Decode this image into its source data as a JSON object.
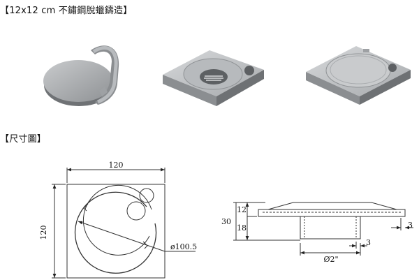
{
  "section_product": {
    "title": "【12x12 cm 不鏽鋼脫蠟鑄造】"
  },
  "section_dimensions": {
    "title": "【尺寸圖】"
  },
  "top_view": {
    "width_label": "120",
    "height_label": "120",
    "diameter_label": "ø100.5"
  },
  "side_view": {
    "total_height_label": "30",
    "top_part_label": "12",
    "bottom_part_label": "18",
    "pipe_label": "Ø2\"",
    "offset_label_bottom": "3",
    "offset_label_right": "3"
  }
}
